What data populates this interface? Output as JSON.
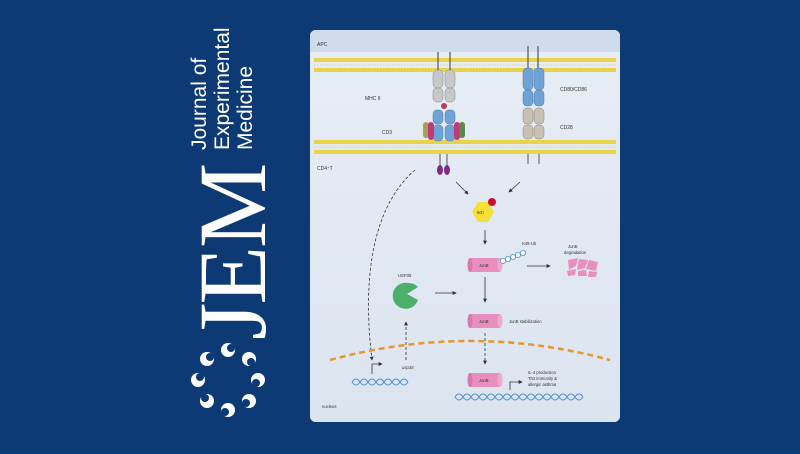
{
  "journal": {
    "title_line1": "Journal of",
    "title_line2": "Experimental",
    "title_line3": "Medicine",
    "abbreviation": "JEM"
  },
  "diagram": {
    "apc_label": "APC",
    "t_cell_label": "CD4⁺T",
    "mhc_label": "MHC II",
    "cd3_label": "CD3",
    "cd80_label": "CD80/CD86",
    "cd28_label": "CD28",
    "kinase_label": "Itch",
    "k48_label": "K48-Ub",
    "junb_label": "JunB",
    "degradation_line1": "JunB",
    "degradation_line2": "degradation",
    "usp38_label": "USP38",
    "stabilization_label": "JunB stabilization",
    "gene_label": "usp38",
    "outcome_line1": "IL-4 production",
    "outcome_line2": "Th2 immunity &",
    "outcome_line3": "allergic asthma",
    "nucleus_label": "nucleus"
  },
  "colors": {
    "background": "#0d3a74",
    "membrane": "#e8d34a",
    "junb": "#e98fbf",
    "usp38": "#4caf6a",
    "kinase": "#f4e03a",
    "dna": "#4a90d9",
    "nuclear_envelope": "#e8962a"
  }
}
